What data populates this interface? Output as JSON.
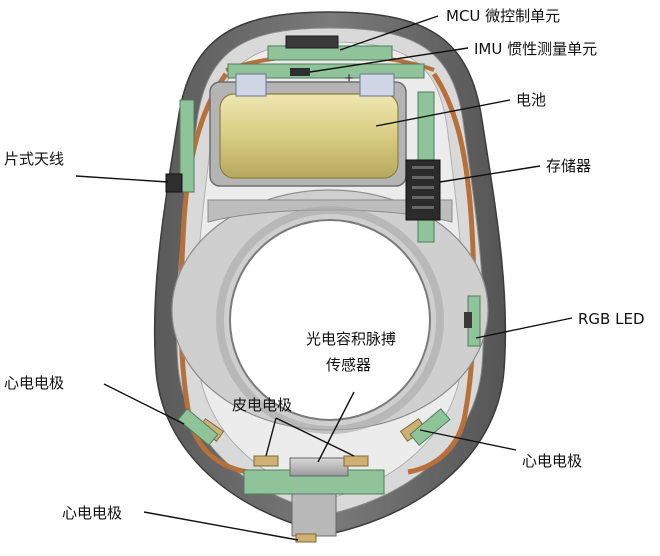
{
  "labels": {
    "mcu": "MCU 微控制单元",
    "imu": "IMU 惯性测量单元",
    "battery": "电池",
    "storage": "存储器",
    "antenna": "片式天线",
    "rgb_led": "RGB LED",
    "ppg_line1": "光电容积脉搏",
    "ppg_line2": "传感器",
    "skin_electrode": "皮电电极",
    "ecg_left": "心电电极",
    "ecg_right": "心电电极",
    "ecg_bottom": "心电电极"
  },
  "colors": {
    "pcb": "#8fc49a",
    "battery": "#d8cc82",
    "flex_cable": "#b8703a",
    "electrode_pad": "#cdb072",
    "shell_outer": "#6e6e6e",
    "shell_inner": "#d6d6d6"
  }
}
